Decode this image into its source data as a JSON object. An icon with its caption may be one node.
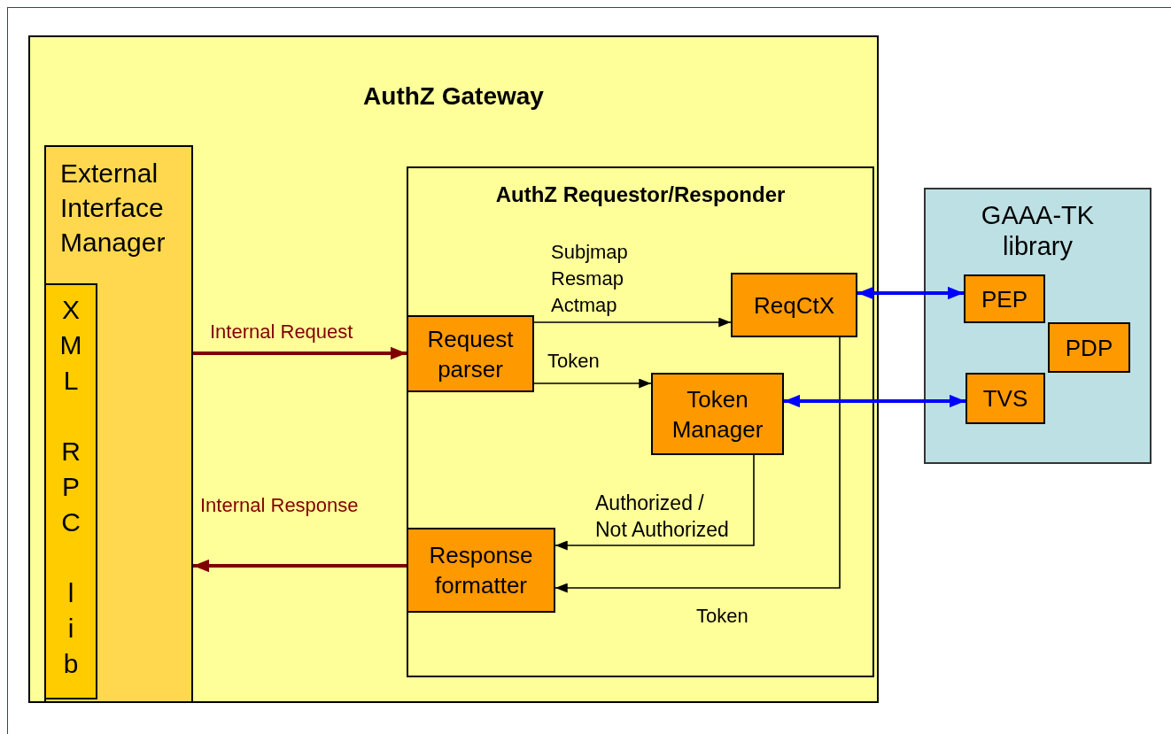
{
  "diagram": {
    "nodes": [
      {
        "text": [
          "AuthZ Gateway"
        ]
      },
      {
        "text": [
          "External Interface Manager"
        ],
        "in": 0
      },
      {
        "text": [
          "XML RPC lib"
        ],
        "in": 1
      },
      {
        "text": [
          "AuthZ Requestor/Responder"
        ],
        "in": 0
      },
      {
        "text": [
          "Request parser"
        ],
        "in": 3
      },
      {
        "text": [
          "ReqCtX"
        ],
        "in": 3
      },
      {
        "text": [
          "Token Manager"
        ],
        "in": 3
      },
      {
        "text": [
          "Response formatter"
        ],
        "in": 3
      },
      {
        "text": [
          "GAAA-TK library"
        ]
      },
      {
        "text": [
          "PEP"
        ],
        "in": 8
      },
      {
        "text": [
          "PDP"
        ],
        "in": 8
      },
      {
        "text": [
          "TVS"
        ],
        "in": 8
      }
    ],
    "edges": [
      {
        "from": 1,
        "to": 4,
        "arrow": "to",
        "label": "Internal Request",
        "style": "thick",
        "color": "#800000"
      },
      {
        "from": 7,
        "to": 1,
        "arrow": "to",
        "label": "Internal Response",
        "style": "thick",
        "color": "#800000"
      },
      {
        "from": 4,
        "to": 5,
        "arrow": "to",
        "label": "Subjmap Resmap Actmap"
      },
      {
        "from": 4,
        "to": 6,
        "arrow": "to",
        "label": "Token"
      },
      {
        "from": 6,
        "to": 7,
        "arrow": "to",
        "label": "Authorized / Not Authorized"
      },
      {
        "from": 5,
        "to": 7,
        "arrow": "to",
        "label": "Token"
      },
      {
        "from": 5,
        "to": 9,
        "arrow": "both",
        "style": "thick",
        "color": "#0000ff"
      },
      {
        "from": 6,
        "to": 11,
        "arrow": "both",
        "style": "thick",
        "color": "#0000ff"
      }
    ]
  }
}
